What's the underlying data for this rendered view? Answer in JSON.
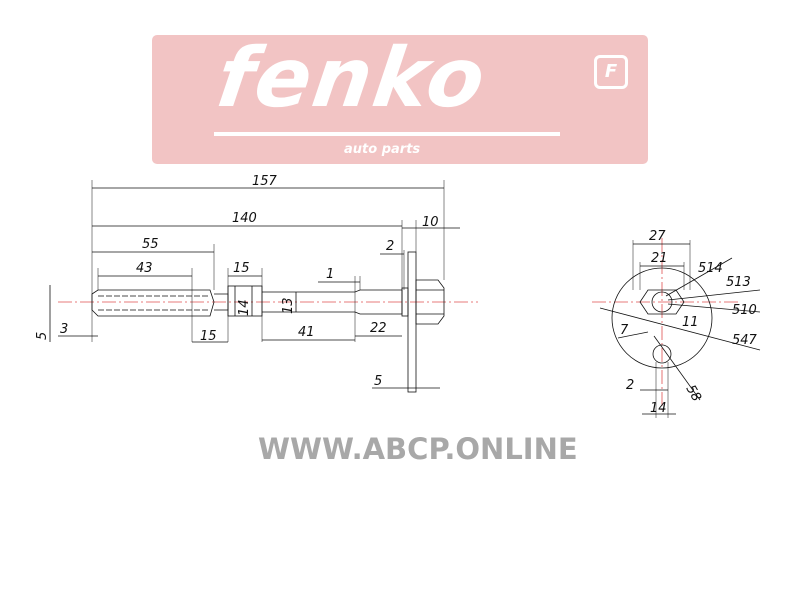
{
  "brand": {
    "name": "fenko",
    "tagline": "auto parts",
    "badge": "F",
    "color": "#f2c4c4"
  },
  "watermark": "WWW.ABCP.ONLINE",
  "side_view": {
    "dims": {
      "d157": "157",
      "d140": "140",
      "d10": "10",
      "d55": "55",
      "d43": "43",
      "d15_top": "15",
      "d2": "2",
      "d1": "1",
      "d14": "14",
      "d13": "13",
      "d5_left": "5",
      "d3": "3",
      "d15_bottom": "15",
      "d41": "41",
      "d22": "22",
      "d5_bottom": "5"
    }
  },
  "end_view": {
    "dims": {
      "d27": "27",
      "d21": "21",
      "d514": "514",
      "d513": "513",
      "d510": "510",
      "d547": "547",
      "d7": "7",
      "d11": "11",
      "d58": "58",
      "d2": "2",
      "d14": "14"
    }
  },
  "colors": {
    "centerline": "#e05050",
    "line": "#111111"
  }
}
